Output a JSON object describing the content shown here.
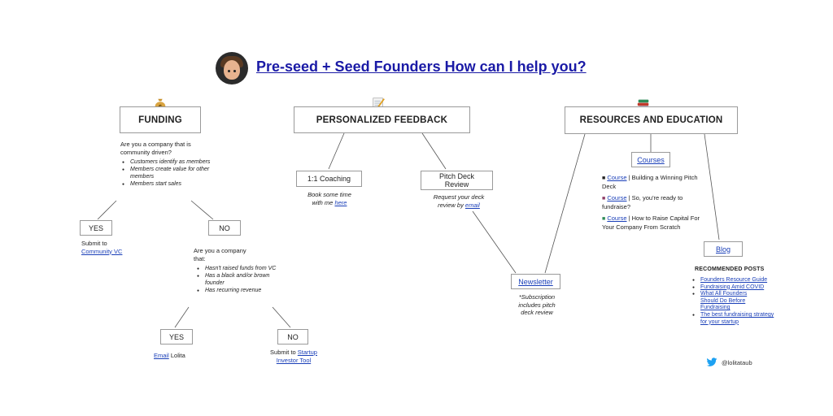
{
  "title": "Pre-seed + Seed Founders How can I help you?",
  "colors": {
    "link": "#1a3fb8",
    "border": "#9a9a9a",
    "twitter": "#1da1f2"
  },
  "icons": {
    "avatar": "avatar-memoji",
    "funding": "money-bag-icon",
    "feedback": "memo-icon",
    "resources": "books-icon",
    "twitter": "twitter-bird-icon"
  },
  "funding": {
    "label": "FUNDING",
    "question": "Are you a company that is community driven?",
    "bullets": [
      "Customers identify as members",
      "Members create value for other members",
      "Members start sales"
    ],
    "yes": {
      "label": "YES",
      "text": "Submit to",
      "link": "Community VC"
    },
    "no": {
      "label": "NO",
      "question": "Are you a company that:",
      "bullets": [
        "Hasn't raised funds from VC",
        "Has a black and/or brown founder",
        "Has recurring revenue"
      ],
      "yes": {
        "label": "YES",
        "link": "Email",
        "text": "Lolita"
      },
      "no": {
        "label": "NO",
        "text": "Submit to",
        "link": "Startup Investor Tool"
      }
    }
  },
  "feedback": {
    "label": "PERSONALIZED FEEDBACK",
    "coaching": {
      "label": "1:1 Coaching",
      "text": "Book some time with me",
      "link": "here"
    },
    "pitch": {
      "label": "Pitch Deck Review",
      "text": "Request your deck review by",
      "link": "email"
    }
  },
  "resources": {
    "label": "RESOURCES AND EDUCATION",
    "courses_label": "Courses",
    "courses": [
      {
        "link": "Course",
        "text": " | Building a Winning Pitch Deck"
      },
      {
        "link": "Course",
        "text": " | So, you're ready to fundraise?"
      },
      {
        "link": "Course",
        "text": " | How to Raise Capital For Your Company From Scratch"
      }
    ],
    "blog_label": "Blog",
    "recommended_title": "RECOMMENDED POSTS",
    "posts": [
      "Founders Resource Guide",
      "Fundraising Amid COVID",
      "What All Founders Should Do Before Fundraising",
      "The best fundraising strategy for your startup"
    ],
    "newsletter_label": "Newsletter",
    "newsletter_note": "*Subscription includes pitch deck review"
  },
  "twitter_handle": "@lolitataub"
}
